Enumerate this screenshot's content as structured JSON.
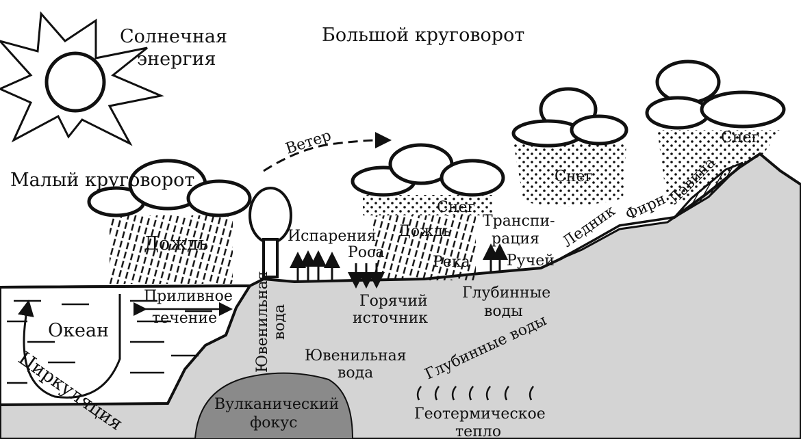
{
  "title": "Большой круговорот",
  "sun": {
    "line1": "Солнечная",
    "line2": "энергия"
  },
  "wind": "Ветер",
  "small_cycle": "Малый круговорот",
  "rain_left": "Дождь",
  "evaporation": "Испарения",
  "dew": "Роса",
  "snow_mid": "Снег",
  "rain_mid": "Дождь",
  "river": "Река",
  "transpiration": {
    "line1": "Транспи-",
    "line2": "рация"
  },
  "stream": "Ручей",
  "snow_right1": "Снег",
  "snow_right2": "Снег",
  "glacier": "Ледник",
  "firn": "Фирн",
  "avalanche": "Лавина",
  "tidal": {
    "line1": "Приливное",
    "line2": "течение"
  },
  "ocean": "Океан",
  "circulation": "Циркуляция",
  "juvenile_vertical": {
    "line1": "Ювенильная",
    "line2": "вода"
  },
  "hot_spring": {
    "line1": "Горячий",
    "line2": "источник"
  },
  "deep_water_1": {
    "line1": "Глубинные",
    "line2": "воды"
  },
  "deep_water_2": "Глубинные воды",
  "juvenile": {
    "line1": "Ювенильная",
    "line2": "вода"
  },
  "volcanic": {
    "line1": "Вулканический",
    "line2": "фокус"
  },
  "geothermal": {
    "line1": "Геотермическое",
    "line2": "тепло"
  },
  "colors": {
    "land": "#d4d4d4",
    "volcano": "#8a8a8a",
    "ink": "#111111"
  }
}
